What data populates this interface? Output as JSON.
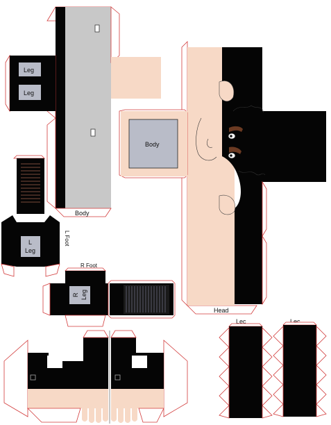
{
  "labels": {
    "leg_top": "Leg",
    "leg_bottom": "Leg",
    "body_side": "Body",
    "body_bottom": "Body",
    "left_foot": "L Foot",
    "l_leg_line1": "L",
    "l_leg_line2": "Leg",
    "right_foot": "R Foot",
    "r_leg_line1": "R",
    "r_leg_line2": "Leg",
    "head": "Head",
    "lec_left": "Lec",
    "lec_right": "Lec"
  },
  "colors": {
    "black": "#050505",
    "skin": "#f7d9c6",
    "gray": "#c8c8c8",
    "tab_outline": "#d23a3a"
  }
}
